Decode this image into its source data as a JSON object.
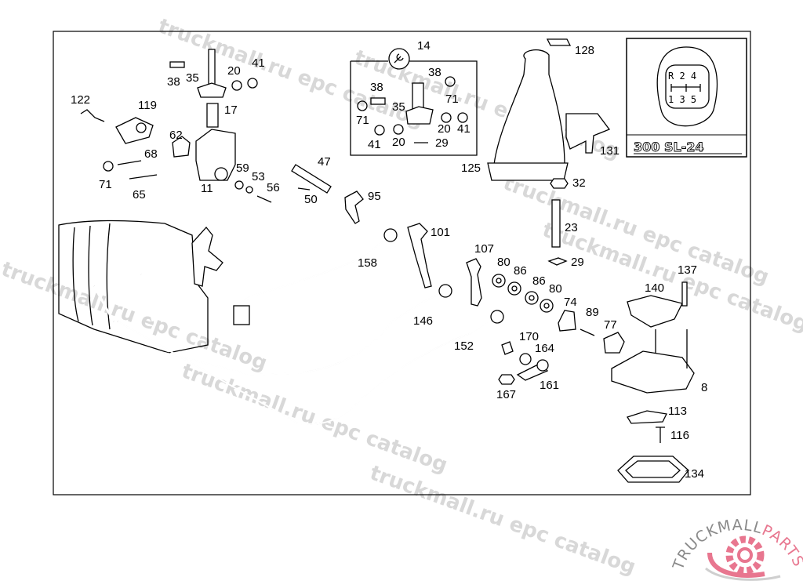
{
  "watermark": "truckmall.ru epc catalog",
  "inset": {
    "shift_pattern_top": "R  2 4",
    "shift_pattern_bottom": "1  3 5",
    "model_badge": "300 SL-24"
  },
  "logo": {
    "text_gray": "TRUCKMALL",
    "text_pink": "PARTS",
    "colors": {
      "gray": "#8a8a8a",
      "pink": "#e8768f"
    }
  },
  "parts": [
    "14",
    "128",
    "38",
    "35",
    "20",
    "41",
    "17",
    "122",
    "119",
    "62",
    "68",
    "71",
    "65",
    "11",
    "59",
    "53",
    "56",
    "47",
    "50",
    "95",
    "38",
    "35",
    "71",
    "41",
    "20",
    "29",
    "20",
    "41",
    "38",
    "71",
    "125",
    "131",
    "32",
    "23",
    "29",
    "101",
    "107",
    "80",
    "86",
    "86",
    "80",
    "74",
    "89",
    "77",
    "158",
    "146",
    "152",
    "170",
    "164",
    "161",
    "167",
    "137",
    "140",
    "8",
    "113",
    "116",
    "134"
  ]
}
